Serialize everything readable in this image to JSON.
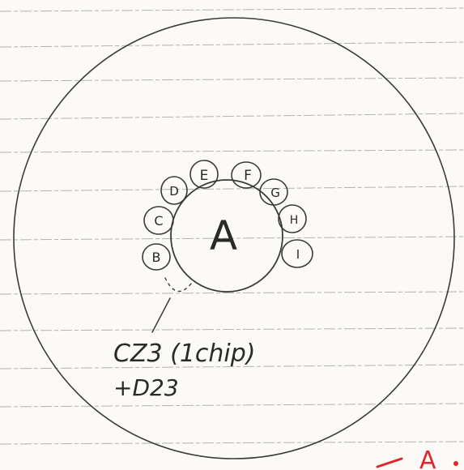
{
  "center_label": "A",
  "satellites": [
    {
      "id": "b",
      "label": "B"
    },
    {
      "id": "c",
      "label": "C"
    },
    {
      "id": "d",
      "label": "D"
    },
    {
      "id": "e",
      "label": "E"
    },
    {
      "id": "f",
      "label": "F"
    },
    {
      "id": "g",
      "label": "G"
    },
    {
      "id": "h",
      "label": "H"
    },
    {
      "id": "i",
      "label": "I"
    }
  ],
  "annotation": {
    "line1": "CZ3 (1chip)",
    "line2": "+D23"
  },
  "corner_mark": {
    "text": "A",
    "color": "#e0262a"
  }
}
